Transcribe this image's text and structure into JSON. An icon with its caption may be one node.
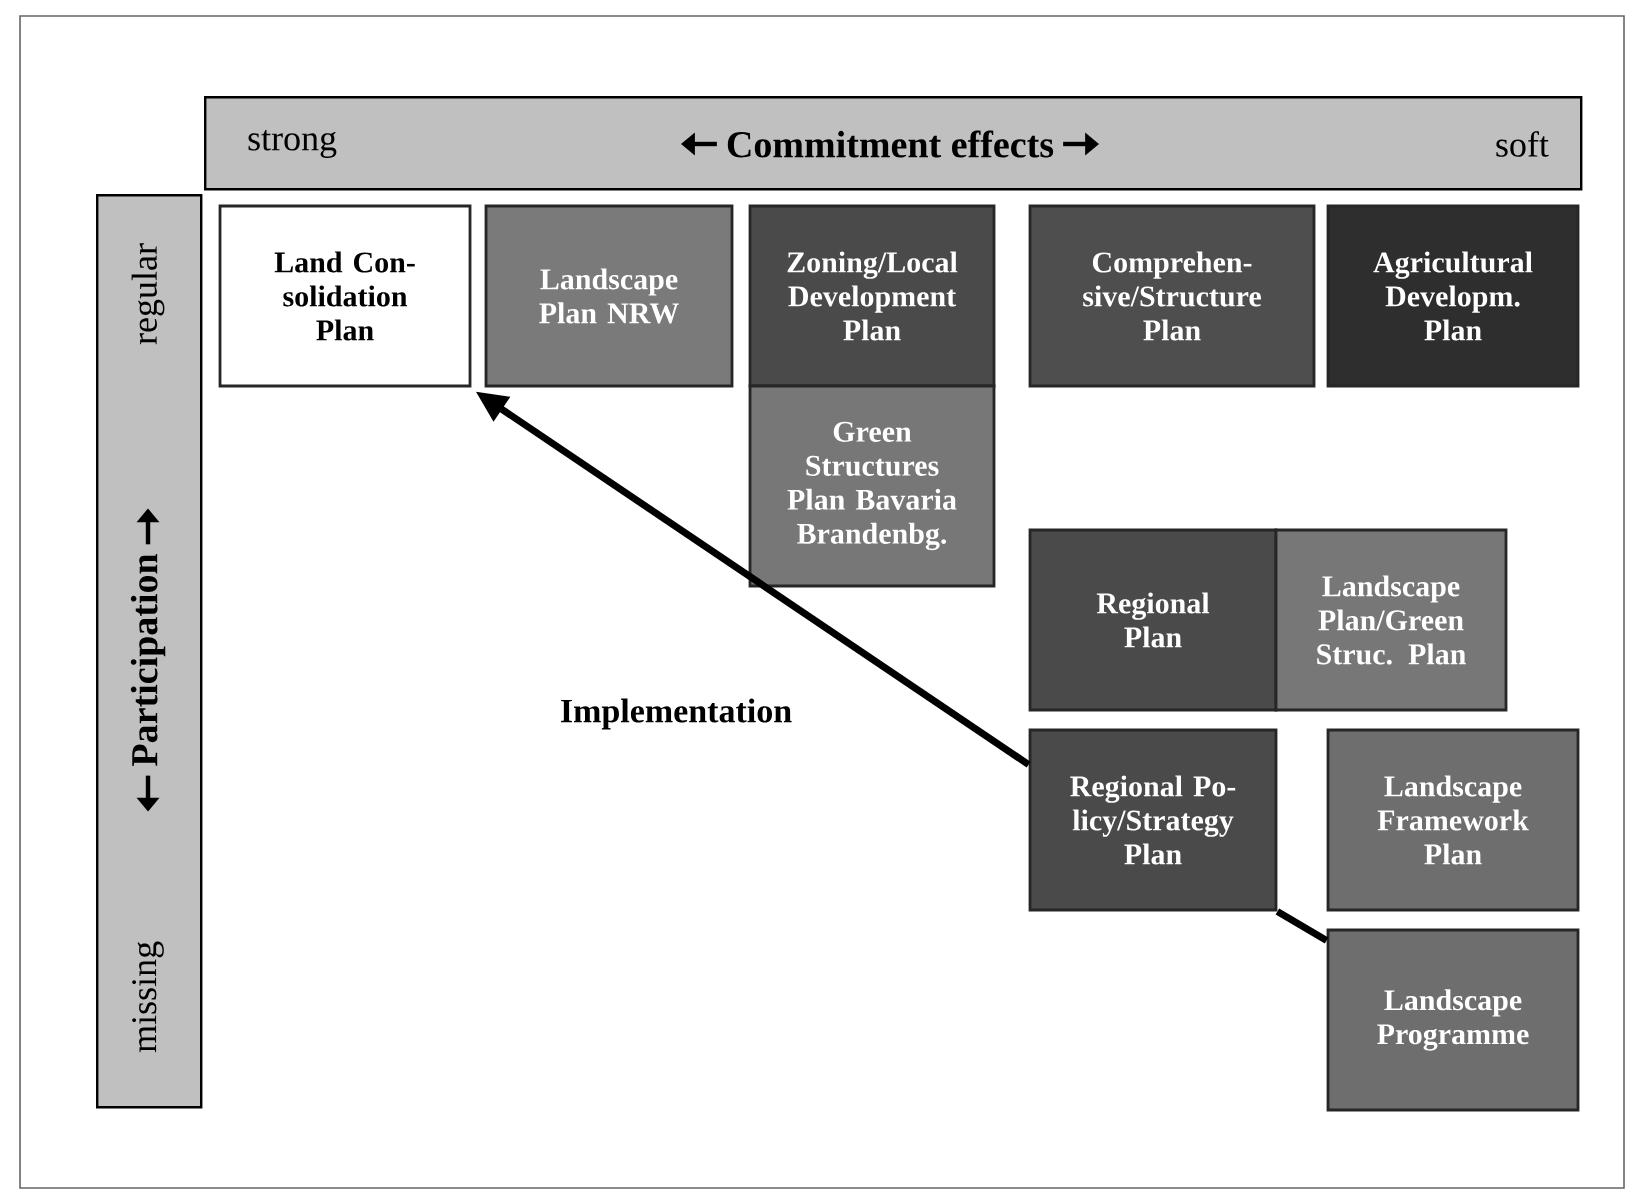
{
  "diagram": {
    "nodes": [
      {
        "text": [
          "strong",
          "Commitment effects",
          "soft"
        ]
      },
      {
        "text": [
          "missing",
          "Participation",
          "regular"
        ]
      },
      {
        "text": [
          "Land Con- solidation Plan"
        ]
      },
      {
        "text": [
          "Landscape Plan NRW"
        ]
      },
      {
        "text": [
          "Zoning/Local Development Plan"
        ]
      },
      {
        "text": [
          "Green Structures Plan Bavaria Brandenbg."
        ]
      },
      {
        "text": [
          "Comprehen- sive/Structure Plan"
        ]
      },
      {
        "text": [
          "Agricultural Developm. Plan"
        ]
      },
      {
        "text": [
          "Regional Plan"
        ]
      },
      {
        "text": [
          "Landscape Plan/Green Struc. Plan"
        ]
      },
      {
        "text": [
          "Regional Po- licy/Strategy Plan"
        ]
      },
      {
        "text": [
          "Landscape Framework Plan"
        ]
      },
      {
        "text": [
          "Landscape Programme"
        ]
      }
    ],
    "edges": [
      {
        "from": 12,
        "to": 10,
        "arrow": "none"
      },
      {
        "from": 10,
        "to": 2,
        "arrow": "to",
        "label": "Implementation"
      }
    ]
  }
}
